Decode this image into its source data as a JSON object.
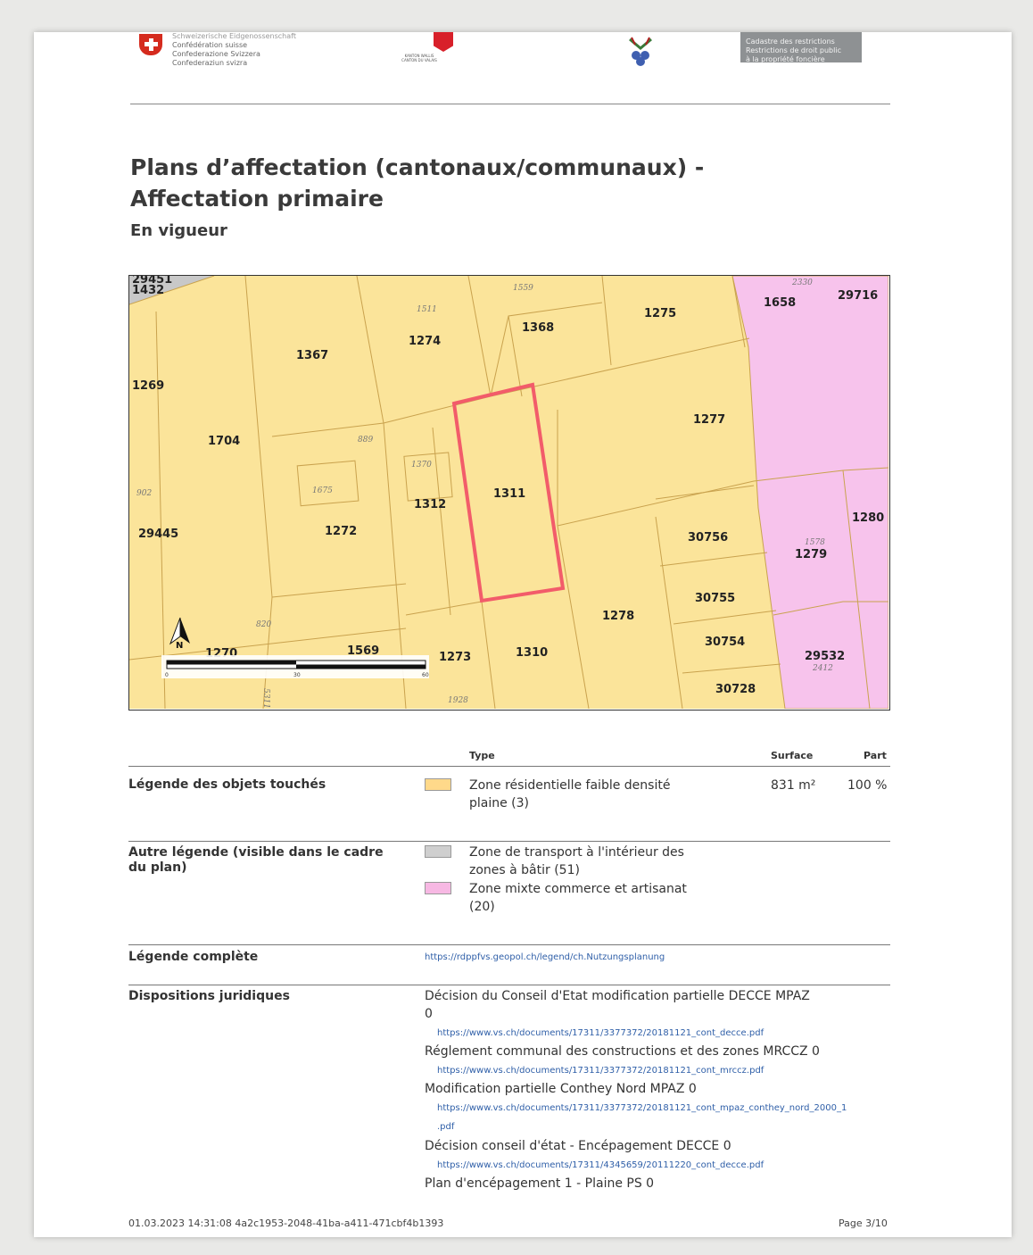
{
  "header": {
    "confederation": [
      "Schweizerische Eidgenossenschaft",
      "Confédération suisse",
      "Confederazione Svizzera",
      "Confederaziun svizra"
    ],
    "canton": [
      "KANTON WALLIS",
      "CANTON DU VALAIS"
    ],
    "rdppf": [
      "Cadastre des restrictions",
      "Restrictions de droit public",
      "à la propriété foncière"
    ]
  },
  "title_line1": "Plans d’affectation (cantonaux/communaux) -",
  "title_line2": "Affectation primaire",
  "subtitle": "En vigueur",
  "map": {
    "parcels_bold": [
      "29451",
      "1432",
      "1367",
      "1274",
      "1368",
      "1275",
      "1658",
      "29716",
      "1269",
      "1704",
      "1277",
      "1312",
      "1311",
      "29445",
      "1272",
      "1280",
      "30756",
      "1279",
      "30755",
      "1278",
      "1270",
      "1569",
      "1273",
      "1310",
      "30754",
      "29532",
      "30728"
    ],
    "parcels_small": [
      "1511",
      "1559",
      "2330",
      "889",
      "1370",
      "1675",
      "902",
      "1578",
      "820",
      "2412",
      "1928",
      "5311"
    ],
    "north_label": "N",
    "scale_labels": [
      "0",
      "30",
      "60"
    ]
  },
  "table": {
    "col_type": "Type",
    "col_surface": "Surface",
    "col_part": "Part",
    "rows": {
      "touched": {
        "label": "Légende des objets touchés",
        "type_line1": "Zone résidentielle faible densité",
        "type_line2": "plaine (3)",
        "surface": "831 m²",
        "part": "100 %",
        "swatch_color": "#ffd98a"
      },
      "other": {
        "label_line1": "Autre légende (visible dans le cadre",
        "label_line2": "du plan)",
        "item1_line1": "Zone de transport à l'intérieur des",
        "item1_line2": "zones à bâtir (51)",
        "item1_color": "#cfcfcf",
        "item2_line1": "Zone mixte commerce et artisanat",
        "item2_line2": "(20)",
        "item2_color": "#f7b8e3"
      },
      "complete": {
        "label": "Légende complète",
        "url": "https://rdppfvs.geopol.ch/legend/ch.Nutzungsplanung"
      },
      "legal": {
        "label": "Dispositions juridiques",
        "item1_line1": "Décision du Conseil d'Etat modification partielle DECCE MPAZ",
        "item1_line2": "0",
        "item1_url": "https://www.vs.ch/documents/17311/3377372/20181121_cont_decce.pdf",
        "item2": "Réglement communal des constructions et des zones MRCCZ 0",
        "item2_url": "https://www.vs.ch/documents/17311/3377372/20181121_cont_mrccz.pdf",
        "item3": "Modification partielle Conthey Nord MPAZ 0",
        "item3_url_line1": "https://www.vs.ch/documents/17311/3377372/20181121_cont_mpaz_conthey_nord_2000_1",
        "item3_url_line2": ".pdf",
        "item4": "Décision conseil d'état - Encépagement DECCE 0",
        "item4_url": "https://www.vs.ch/documents/17311/4345659/20111220_cont_decce.pdf",
        "item5": "Plan d'encépagement 1 - Plaine PS 0"
      }
    }
  },
  "footer": {
    "left": "01.03.2023  14:31:08  4a2c1953-2048-41ba-a411-471cbf4b1393",
    "right": "Page 3/10"
  },
  "colors": {
    "residential": "#fbe49a",
    "mixed": "#f7c3ec",
    "transport": "#c8c8c8",
    "highlight": "#f25c6a"
  }
}
